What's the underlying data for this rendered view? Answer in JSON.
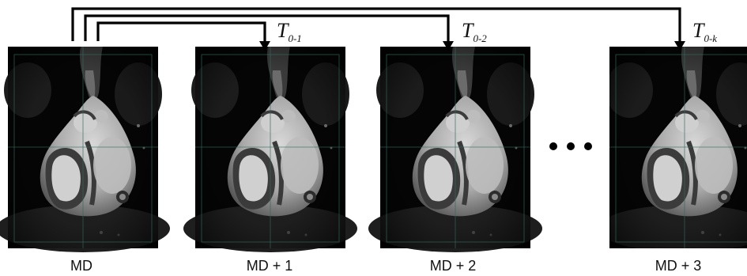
{
  "frames": [
    {
      "label": "MD"
    },
    {
      "label": "MD + 1"
    },
    {
      "label": "MD + 2"
    },
    {
      "label": "MD + 3"
    }
  ],
  "transforms": [
    {
      "symbol": "T",
      "subscript": "0-1"
    },
    {
      "symbol": "T",
      "subscript": "0-2"
    },
    {
      "symbol": "T",
      "subscript": "0-k"
    }
  ],
  "colors": {
    "frame_background": "#050505",
    "crosshair": "#2f6a5e",
    "tissue_light": "#c9c9c9",
    "tissue_dark": "#5a5a5a",
    "arrow": "#000000"
  },
  "icons": {
    "ellipsis": "three-dots"
  }
}
